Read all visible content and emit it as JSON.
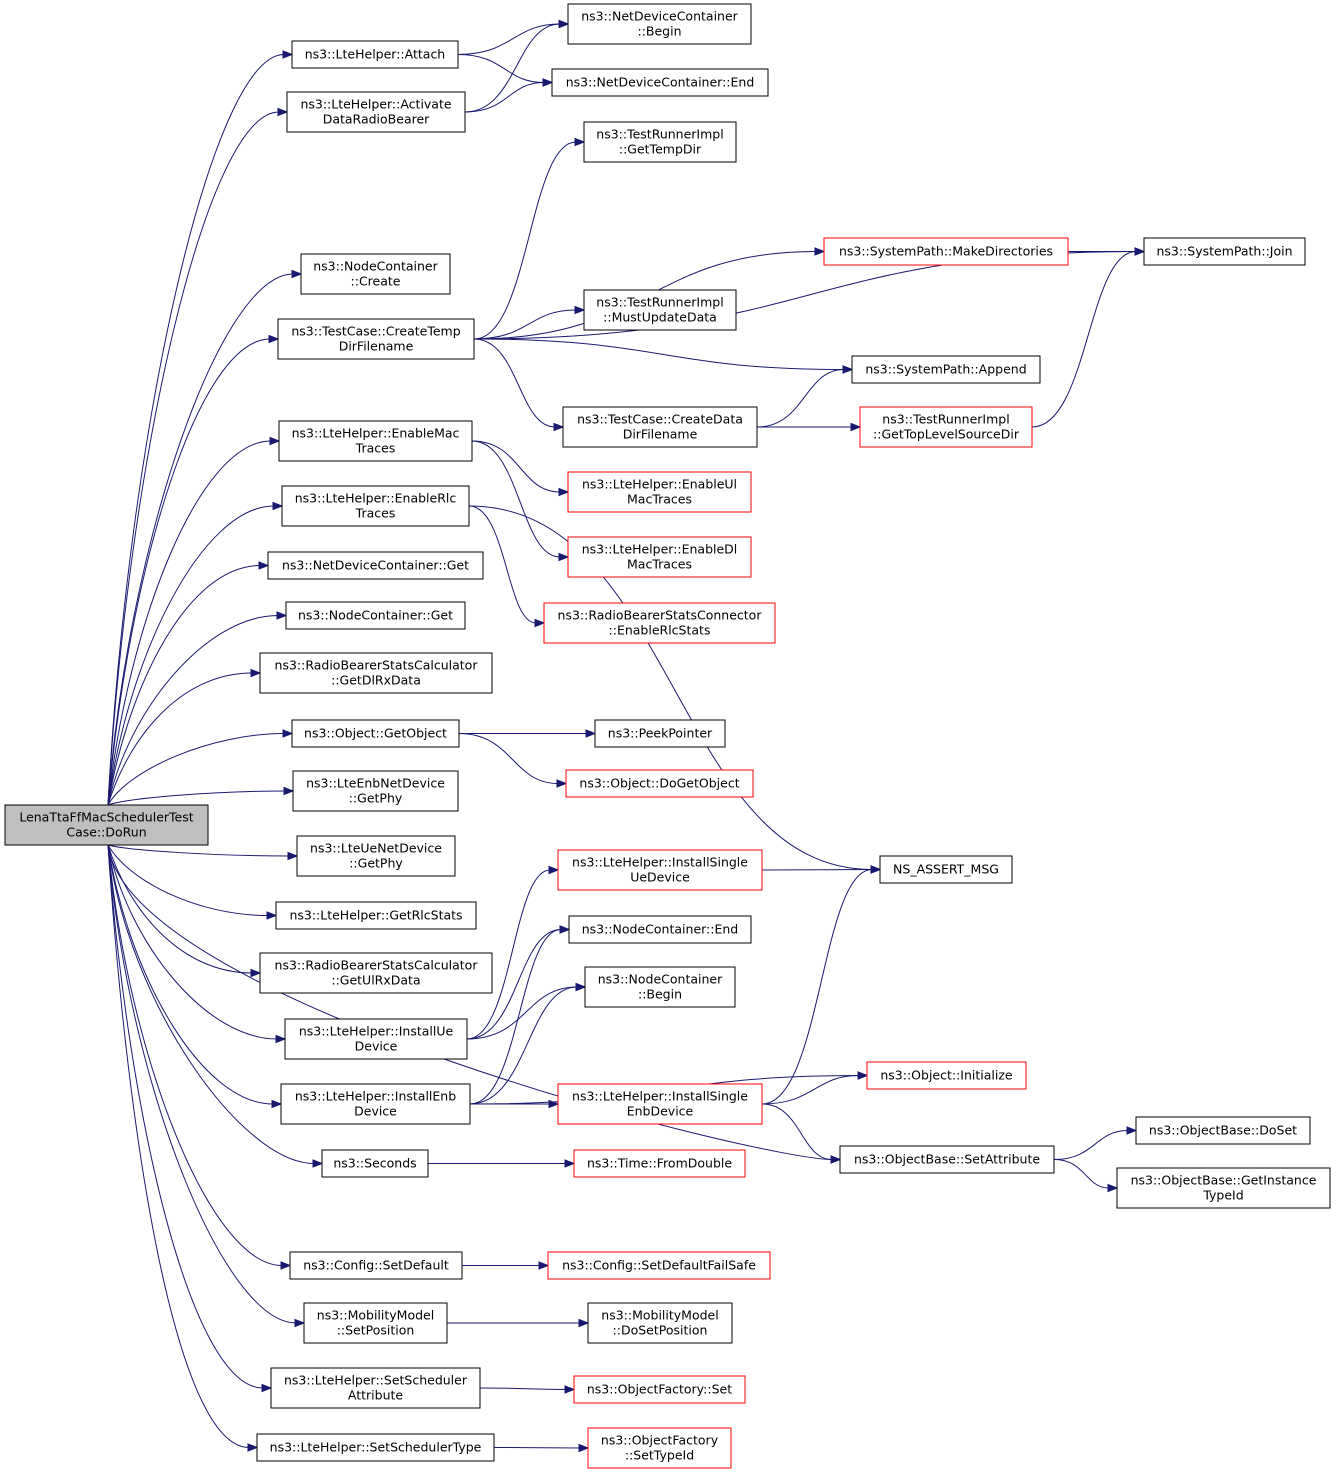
{
  "graph": {
    "root_id": "dorun",
    "nodes": [
      {
        "id": "dorun",
        "lines": [
          "LenaTtaFfMacSchedulerTest",
          "Case::DoRun"
        ],
        "style": "root"
      },
      {
        "id": "attach",
        "lines": [
          "ns3::LteHelper::Attach"
        ],
        "style": "normal"
      },
      {
        "id": "activate",
        "lines": [
          "ns3::LteHelper::Activate",
          "DataRadioBearer"
        ],
        "style": "normal"
      },
      {
        "id": "nc_create",
        "lines": [
          "ns3::NodeContainer",
          "::Create"
        ],
        "style": "normal"
      },
      {
        "id": "tc_ctdf",
        "lines": [
          "ns3::TestCase::CreateTemp",
          "DirFilename"
        ],
        "style": "normal"
      },
      {
        "id": "en_mac",
        "lines": [
          "ns3::LteHelper::EnableMac",
          "Traces"
        ],
        "style": "normal"
      },
      {
        "id": "en_rlc",
        "lines": [
          "ns3::LteHelper::EnableRlc",
          "Traces"
        ],
        "style": "normal"
      },
      {
        "id": "ndc_get",
        "lines": [
          "ns3::NetDeviceContainer::Get"
        ],
        "style": "normal"
      },
      {
        "id": "nc_get",
        "lines": [
          "ns3::NodeContainer::Get"
        ],
        "style": "normal"
      },
      {
        "id": "rbsc_dl",
        "lines": [
          "ns3::RadioBearerStatsCalculator",
          "::GetDlRxData"
        ],
        "style": "normal"
      },
      {
        "id": "getobject",
        "lines": [
          "ns3::Object::GetObject"
        ],
        "style": "normal"
      },
      {
        "id": "enb_getphy",
        "lines": [
          "ns3::LteEnbNetDevice",
          "::GetPhy"
        ],
        "style": "normal"
      },
      {
        "id": "ue_getphy",
        "lines": [
          "ns3::LteUeNetDevice",
          "::GetPhy"
        ],
        "style": "normal"
      },
      {
        "id": "getrlcstats",
        "lines": [
          "ns3::LteHelper::GetRlcStats"
        ],
        "style": "normal"
      },
      {
        "id": "rbsc_ul",
        "lines": [
          "ns3::RadioBearerStatsCalculator",
          "::GetUlRxData"
        ],
        "style": "normal"
      },
      {
        "id": "install_ue",
        "lines": [
          "ns3::LteHelper::InstallUe",
          "Device"
        ],
        "style": "normal"
      },
      {
        "id": "install_enb",
        "lines": [
          "ns3::LteHelper::InstallEnb",
          "Device"
        ],
        "style": "normal"
      },
      {
        "id": "seconds",
        "lines": [
          "ns3::Seconds"
        ],
        "style": "normal"
      },
      {
        "id": "cfg_setdefault",
        "lines": [
          "ns3::Config::SetDefault"
        ],
        "style": "normal"
      },
      {
        "id": "mm_setpos",
        "lines": [
          "ns3::MobilityModel",
          "::SetPosition"
        ],
        "style": "normal"
      },
      {
        "id": "set_sched_attr",
        "lines": [
          "ns3::LteHelper::SetScheduler",
          "Attribute"
        ],
        "style": "normal"
      },
      {
        "id": "set_sched_type",
        "lines": [
          "ns3::LteHelper::SetSchedulerType"
        ],
        "style": "normal"
      },
      {
        "id": "ndc_begin",
        "lines": [
          "ns3::NetDeviceContainer",
          "::Begin"
        ],
        "style": "normal"
      },
      {
        "id": "ndc_end",
        "lines": [
          "ns3::NetDeviceContainer::End"
        ],
        "style": "normal"
      },
      {
        "id": "tri_gettempdir",
        "lines": [
          "ns3::TestRunnerImpl",
          "::GetTempDir"
        ],
        "style": "normal"
      },
      {
        "id": "sp_makedirs",
        "lines": [
          "ns3::SystemPath::MakeDirectories"
        ],
        "style": "red"
      },
      {
        "id": "sp_join",
        "lines": [
          "ns3::SystemPath::Join"
        ],
        "style": "normal"
      },
      {
        "id": "tri_mustupdate",
        "lines": [
          "ns3::TestRunnerImpl",
          "::MustUpdateData"
        ],
        "style": "normal"
      },
      {
        "id": "sp_append",
        "lines": [
          "ns3::SystemPath::Append"
        ],
        "style": "normal"
      },
      {
        "id": "tc_cddf",
        "lines": [
          "ns3::TestCase::CreateData",
          "DirFilename"
        ],
        "style": "normal"
      },
      {
        "id": "tri_gettop",
        "lines": [
          "ns3::TestRunnerImpl",
          "::GetTopLevelSourceDir"
        ],
        "style": "red"
      },
      {
        "id": "en_ul_mac",
        "lines": [
          "ns3::LteHelper::EnableUl",
          "MacTraces"
        ],
        "style": "red"
      },
      {
        "id": "en_dl_mac",
        "lines": [
          "ns3::LteHelper::EnableDl",
          "MacTraces"
        ],
        "style": "red"
      },
      {
        "id": "rbsconn",
        "lines": [
          "ns3::RadioBearerStatsConnector",
          "::EnableRlcStats"
        ],
        "style": "red"
      },
      {
        "id": "peekpointer",
        "lines": [
          "ns3::PeekPointer"
        ],
        "style": "normal"
      },
      {
        "id": "dogetobject",
        "lines": [
          "ns3::Object::DoGetObject"
        ],
        "style": "red"
      },
      {
        "id": "install_single_ue",
        "lines": [
          "ns3::LteHelper::InstallSingle",
          "UeDevice"
        ],
        "style": "red"
      },
      {
        "id": "ns_assert",
        "lines": [
          "NS_ASSERT_MSG"
        ],
        "style": "normal"
      },
      {
        "id": "nc_end",
        "lines": [
          "ns3::NodeContainer::End"
        ],
        "style": "normal"
      },
      {
        "id": "nc_begin",
        "lines": [
          "ns3::NodeContainer",
          "::Begin"
        ],
        "style": "normal"
      },
      {
        "id": "obj_init",
        "lines": [
          "ns3::Object::Initialize"
        ],
        "style": "red"
      },
      {
        "id": "install_single_enb",
        "lines": [
          "ns3::LteHelper::InstallSingle",
          "EnbDevice"
        ],
        "style": "red"
      },
      {
        "id": "ob_setattr",
        "lines": [
          "ns3::ObjectBase::SetAttribute"
        ],
        "style": "normal"
      },
      {
        "id": "ob_doset",
        "lines": [
          "ns3::ObjectBase::DoSet"
        ],
        "style": "normal"
      },
      {
        "id": "ob_getinstance",
        "lines": [
          "ns3::ObjectBase::GetInstance",
          "TypeId"
        ],
        "style": "normal"
      },
      {
        "id": "time_fromdouble",
        "lines": [
          "ns3::Time::FromDouble"
        ],
        "style": "red"
      },
      {
        "id": "cfg_failsafe",
        "lines": [
          "ns3::Config::SetDefaultFailSafe"
        ],
        "style": "red"
      },
      {
        "id": "mm_dosetpos",
        "lines": [
          "ns3::MobilityModel",
          "::DoSetPosition"
        ],
        "style": "normal"
      },
      {
        "id": "of_set",
        "lines": [
          "ns3::ObjectFactory::Set"
        ],
        "style": "red"
      },
      {
        "id": "of_settypeid",
        "lines": [
          "ns3::ObjectFactory",
          "::SetTypeId"
        ],
        "style": "red"
      }
    ],
    "edges": [
      [
        "dorun",
        "attach"
      ],
      [
        "dorun",
        "activate"
      ],
      [
        "dorun",
        "nc_create"
      ],
      [
        "dorun",
        "tc_ctdf"
      ],
      [
        "dorun",
        "en_mac"
      ],
      [
        "dorun",
        "en_rlc"
      ],
      [
        "dorun",
        "ndc_get"
      ],
      [
        "dorun",
        "nc_get"
      ],
      [
        "dorun",
        "rbsc_dl"
      ],
      [
        "dorun",
        "getobject"
      ],
      [
        "dorun",
        "enb_getphy"
      ],
      [
        "dorun",
        "ue_getphy"
      ],
      [
        "dorun",
        "getrlcstats"
      ],
      [
        "dorun",
        "rbsc_ul"
      ],
      [
        "dorun",
        "install_ue"
      ],
      [
        "dorun",
        "install_enb"
      ],
      [
        "dorun",
        "seconds"
      ],
      [
        "dorun",
        "ob_setattr"
      ],
      [
        "dorun",
        "cfg_setdefault"
      ],
      [
        "dorun",
        "mm_setpos"
      ],
      [
        "dorun",
        "set_sched_attr"
      ],
      [
        "dorun",
        "set_sched_type"
      ],
      [
        "attach",
        "ndc_begin"
      ],
      [
        "attach",
        "ndc_end"
      ],
      [
        "activate",
        "ndc_begin"
      ],
      [
        "activate",
        "ndc_end"
      ],
      [
        "tc_ctdf",
        "tri_gettempdir"
      ],
      [
        "tc_ctdf",
        "sp_join"
      ],
      [
        "tc_ctdf",
        "sp_makedirs"
      ],
      [
        "tc_ctdf",
        "tri_mustupdate"
      ],
      [
        "tc_ctdf",
        "sp_append"
      ],
      [
        "tc_ctdf",
        "tc_cddf"
      ],
      [
        "sp_makedirs",
        "sp_join"
      ],
      [
        "tc_cddf",
        "sp_append"
      ],
      [
        "tc_cddf",
        "tri_gettop"
      ],
      [
        "tri_gettop",
        "sp_join"
      ],
      [
        "en_mac",
        "en_ul_mac"
      ],
      [
        "en_mac",
        "en_dl_mac"
      ],
      [
        "en_rlc",
        "rbsconn"
      ],
      [
        "en_rlc",
        "ns_assert"
      ],
      [
        "getobject",
        "peekpointer"
      ],
      [
        "getobject",
        "dogetobject"
      ],
      [
        "install_ue",
        "install_single_ue"
      ],
      [
        "install_ue",
        "nc_end"
      ],
      [
        "install_ue",
        "nc_begin"
      ],
      [
        "install_single_ue",
        "ns_assert"
      ],
      [
        "install_enb",
        "nc_end"
      ],
      [
        "install_enb",
        "nc_begin"
      ],
      [
        "install_enb",
        "obj_init"
      ],
      [
        "install_enb",
        "install_single_enb"
      ],
      [
        "install_single_enb",
        "ns_assert"
      ],
      [
        "install_single_enb",
        "obj_init"
      ],
      [
        "install_single_enb",
        "ob_setattr"
      ],
      [
        "ob_setattr",
        "ob_doset"
      ],
      [
        "ob_setattr",
        "ob_getinstance"
      ],
      [
        "seconds",
        "time_fromdouble"
      ],
      [
        "cfg_setdefault",
        "cfg_failsafe"
      ],
      [
        "mm_setpos",
        "mm_dosetpos"
      ],
      [
        "set_sched_attr",
        "of_set"
      ],
      [
        "set_sched_type",
        "of_settypeid"
      ]
    ]
  }
}
